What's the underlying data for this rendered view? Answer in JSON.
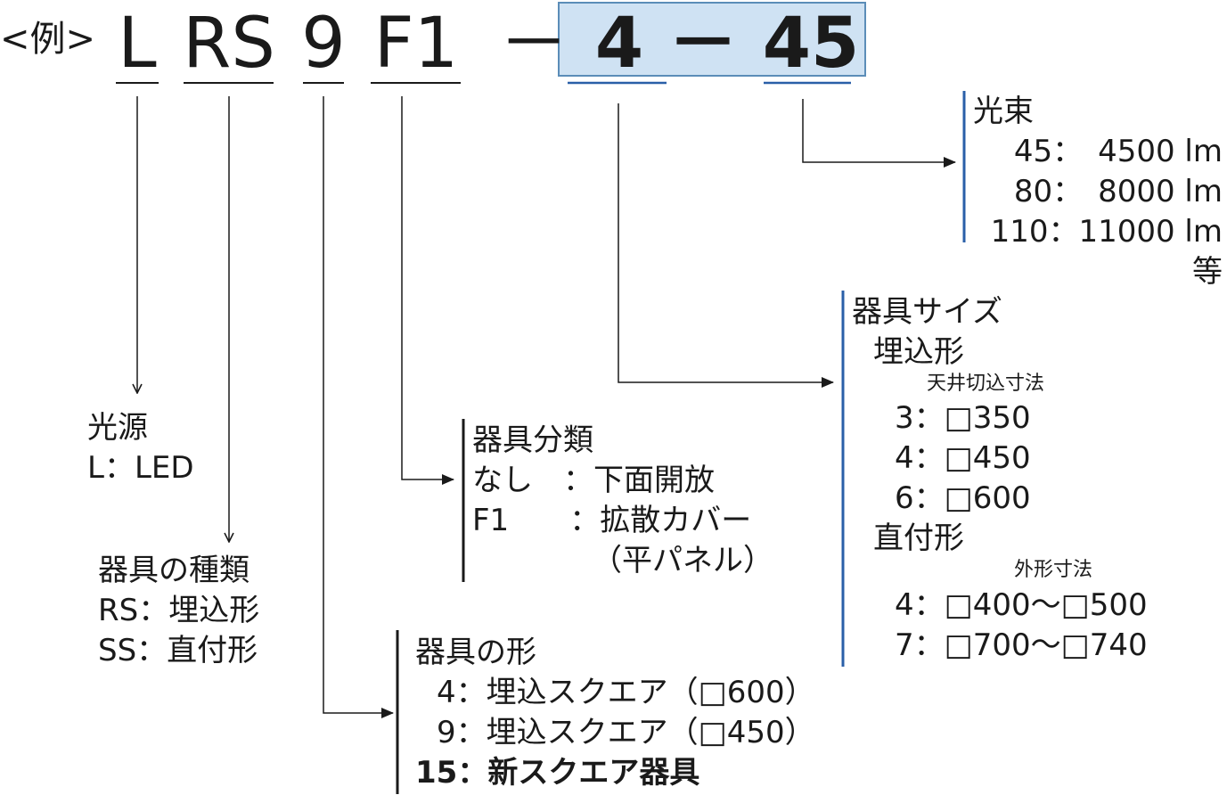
{
  "example_label": "<例>",
  "code": {
    "p1": "L",
    "p2": "RS",
    "p3": "9",
    "p4": "F1",
    "dash1": "－",
    "p5": "4",
    "dash2": "－",
    "p6": "45"
  },
  "light_source": {
    "title": "光源",
    "items": [
      "L：LED"
    ]
  },
  "fixture_type": {
    "title": "器具の種類",
    "items": [
      "RS：埋込形",
      "SS：直付形"
    ]
  },
  "fixture_shape": {
    "title": "器具の形",
    "items": [
      "4：埋込スクエア（□600）",
      "9：埋込スクエア（□450）",
      "15：新スクエア器具"
    ]
  },
  "fixture_class": {
    "title": "器具分類",
    "items": [
      "なし　：下面開放",
      "F1　　：拡散カバー",
      "（平パネル）"
    ]
  },
  "fixture_size": {
    "title": "器具サイズ",
    "recessed": {
      "title": "埋込形",
      "note": "天井切込寸法",
      "items": [
        "3：□350",
        "4：□450",
        "6：□600"
      ]
    },
    "surface": {
      "title": "直付形",
      "note": "外形寸法",
      "items": [
        "4：□400～□500",
        "7：□700～□740"
      ]
    }
  },
  "luminous_flux": {
    "title": "光束",
    "items": [
      "45：　4500 lm",
      "80：　8000 lm",
      "110：11000 lm"
    ],
    "etc": "等"
  },
  "colors": {
    "text": "#1a1a1a",
    "highlight_fill": "#cfe2f3",
    "highlight_border": "#5b8db8",
    "accent_blue": "#2a5fa8"
  }
}
